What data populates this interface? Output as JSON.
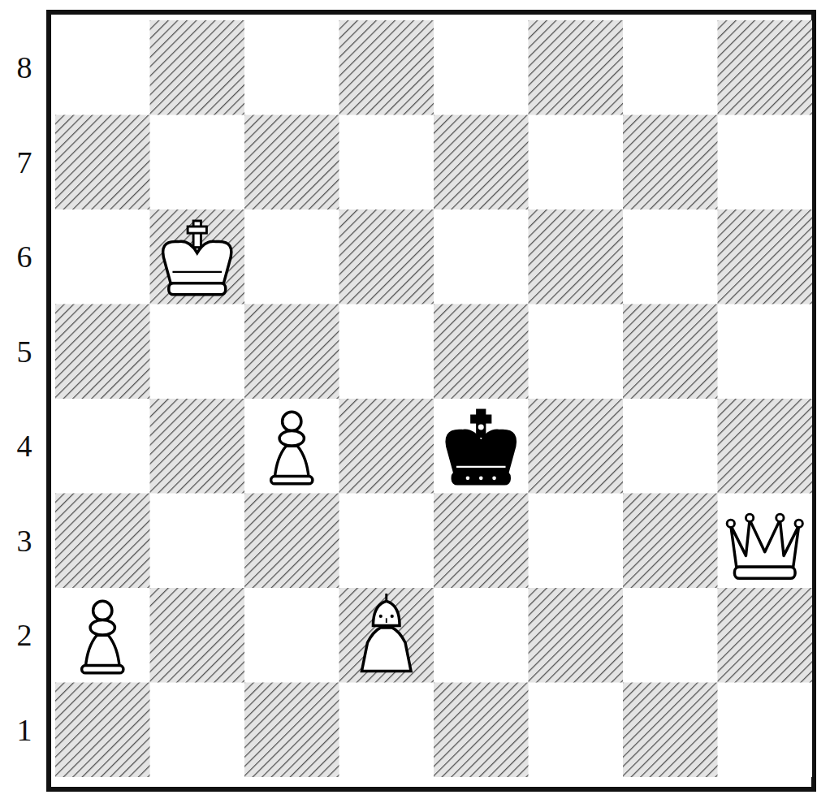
{
  "diagram": {
    "labels": [
      "8",
      "7",
      "6",
      "5",
      "4",
      "3",
      "2",
      "1"
    ]
  }
}
